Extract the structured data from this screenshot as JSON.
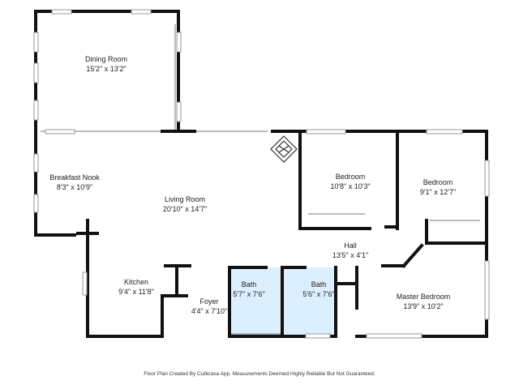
{
  "rooms": {
    "dining": {
      "name": "Dining Room",
      "dims": "15'2\" x 13'2\""
    },
    "breakfast": {
      "name": "Breakfast Nook",
      "dims": "8'3\" x 10'9\""
    },
    "living": {
      "name": "Living Room",
      "dims": "20'10\" x 14'7\""
    },
    "bedroom1": {
      "name": "Bedroom",
      "dims": "10'8\" x 10'3\""
    },
    "bedroom2": {
      "name": "Bedroom",
      "dims": "9'1\" x 12'7\""
    },
    "hall": {
      "name": "Hall",
      "dims": "13'5\" x 4'1\""
    },
    "kitchen": {
      "name": "Kitchen",
      "dims": "9'4\" x 11'8\""
    },
    "bath1": {
      "name": "Bath",
      "dims": "5'7\" x 7'6\""
    },
    "bath2": {
      "name": "Bath",
      "dims": "5'6\" x 7'6\""
    },
    "foyer": {
      "name": "Foyer",
      "dims": "4'4\" x 7'10\""
    },
    "master": {
      "name": "Master Bedroom",
      "dims": "13'9\" x 10'2\""
    }
  },
  "footer": "Floor Plan Created By Cubicasa App. Measurements Deemed Highly Reliable But Not Guaranteed.",
  "colors": {
    "wall": "#111111",
    "bath_fill": "#dcefff",
    "window": "#bdbdbd"
  }
}
